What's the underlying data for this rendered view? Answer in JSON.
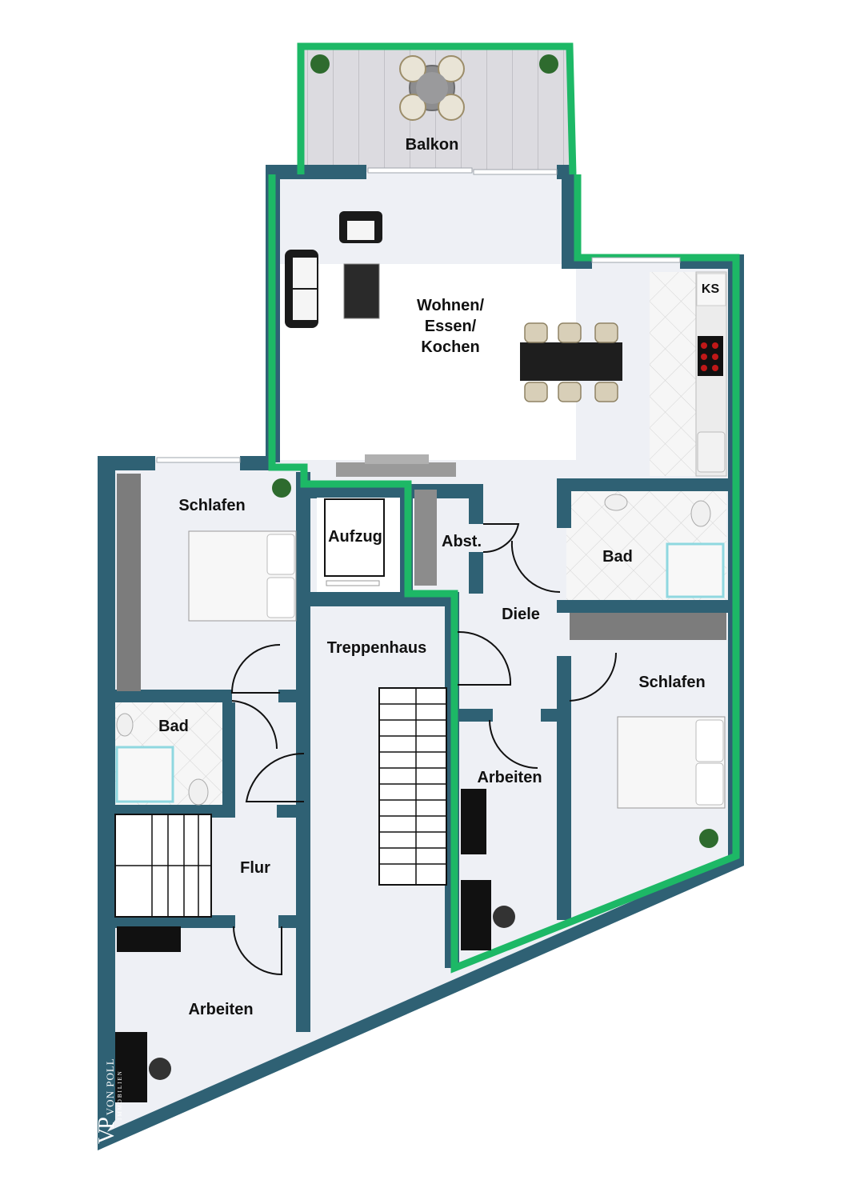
{
  "diagram": {
    "type": "floor_plan",
    "colors": {
      "wall": "#2f6174",
      "highlight_outline": "#1db866",
      "floor": "#eef0f5",
      "balcony_deck": "#d9d9dd",
      "tile": "#f4f4f4"
    },
    "rooms": [
      {
        "id": "balkon",
        "label": "Balkon"
      },
      {
        "id": "wohnen",
        "label": "Wohnen/\nEssen/\nKochen"
      },
      {
        "id": "schlafen_left",
        "label": "Schlafen"
      },
      {
        "id": "aufzug",
        "label": "Aufzug"
      },
      {
        "id": "abst",
        "label": "Abst."
      },
      {
        "id": "bad_right",
        "label": "Bad"
      },
      {
        "id": "diele",
        "label": "Diele"
      },
      {
        "id": "treppenhaus",
        "label": "Treppenhaus"
      },
      {
        "id": "schlafen_right",
        "label": "Schlafen"
      },
      {
        "id": "bad_left",
        "label": "Bad"
      },
      {
        "id": "arbeiten_mid",
        "label": "Arbeiten"
      },
      {
        "id": "flur",
        "label": "Flur"
      },
      {
        "id": "arbeiten_left",
        "label": "Arbeiten"
      }
    ],
    "kitchen_label": "KS",
    "logo": {
      "mark": "VP",
      "name": "VON POLL",
      "subtitle": "IMMOBILIEN"
    }
  }
}
